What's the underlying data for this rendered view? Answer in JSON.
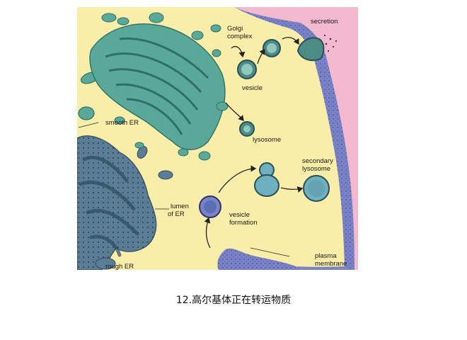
{
  "figure": {
    "labels": {
      "golgi": "Golgi complex",
      "golgi_line1": "Golgi",
      "golgi_line2": "complex",
      "secretion": "secretion",
      "vesicle": "vesicle",
      "smooth_er": "smooth ER",
      "lysosome": "lysosome",
      "secondary_lysosome": "secondary lysosome",
      "secondary_line1": "secondary",
      "secondary_line2": "lysosome",
      "lumen_er": "lumen of ER",
      "lumen_line1": "lumen",
      "lumen_line2": "of ER",
      "vesicle_formation": "vesicle formation",
      "vf_line1": "vesicle",
      "vf_line2": "formation",
      "rough_er": "rough ER",
      "plasma_membrane": "plasma membrane",
      "pm_line1": "plasma",
      "pm_line2": "membrane"
    },
    "colors": {
      "cytoplasm": "#f8eda9",
      "extracellular": "#f3b9cf",
      "golgi": "#5aa89a",
      "golgi_dark": "#2f6f66",
      "rough_er": "#5c7d96",
      "rough_er_dark": "#2d4a61",
      "lysosome": "#6fb0c0",
      "membrane": "#7c83c4",
      "vesicle_dark": "#2a4f55"
    }
  },
  "caption": "12.高尔基体正在转运物质"
}
